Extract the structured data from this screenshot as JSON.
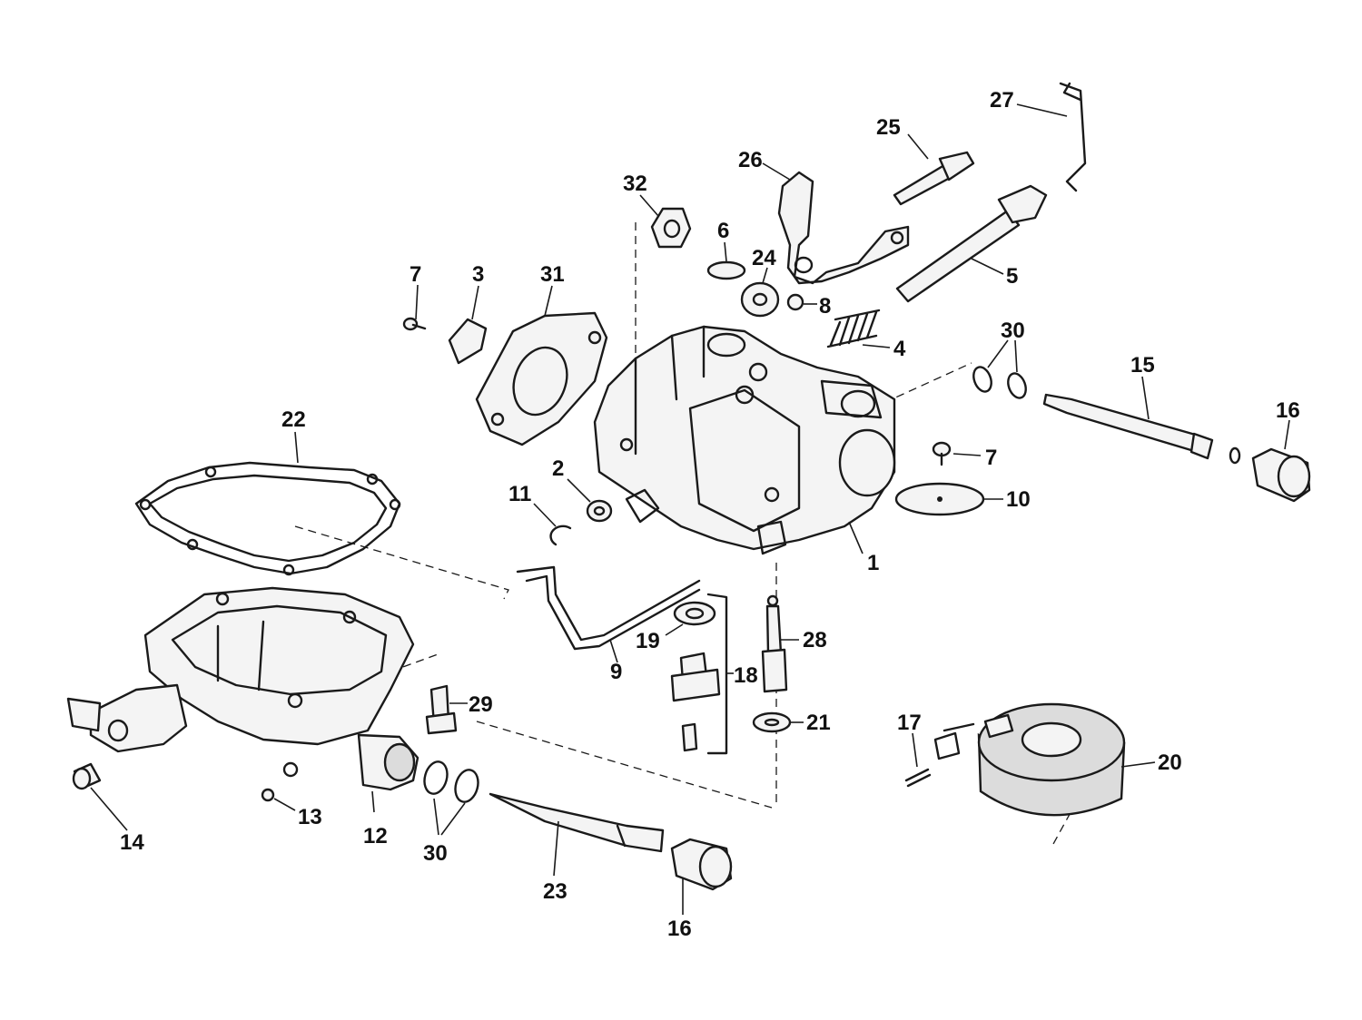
{
  "callouts": {
    "c1": "1",
    "c2": "2",
    "c3": "3",
    "c4": "4",
    "c5": "5",
    "c6": "6",
    "c7a": "7",
    "c7b": "7",
    "c8": "8",
    "c9": "9",
    "c10": "10",
    "c11": "11",
    "c12": "12",
    "c13": "13",
    "c14": "14",
    "c15": "15",
    "c16a": "16",
    "c16b": "16",
    "c17": "17",
    "c18": "18",
    "c19": "19",
    "c20": "20",
    "c21": "21",
    "c22": "22",
    "c23": "23",
    "c24": "24",
    "c25": "25",
    "c26": "26",
    "c27": "27",
    "c28": "28",
    "c29": "29",
    "c30a": "30",
    "c30b": "30",
    "c31": "31",
    "c32": "32"
  }
}
